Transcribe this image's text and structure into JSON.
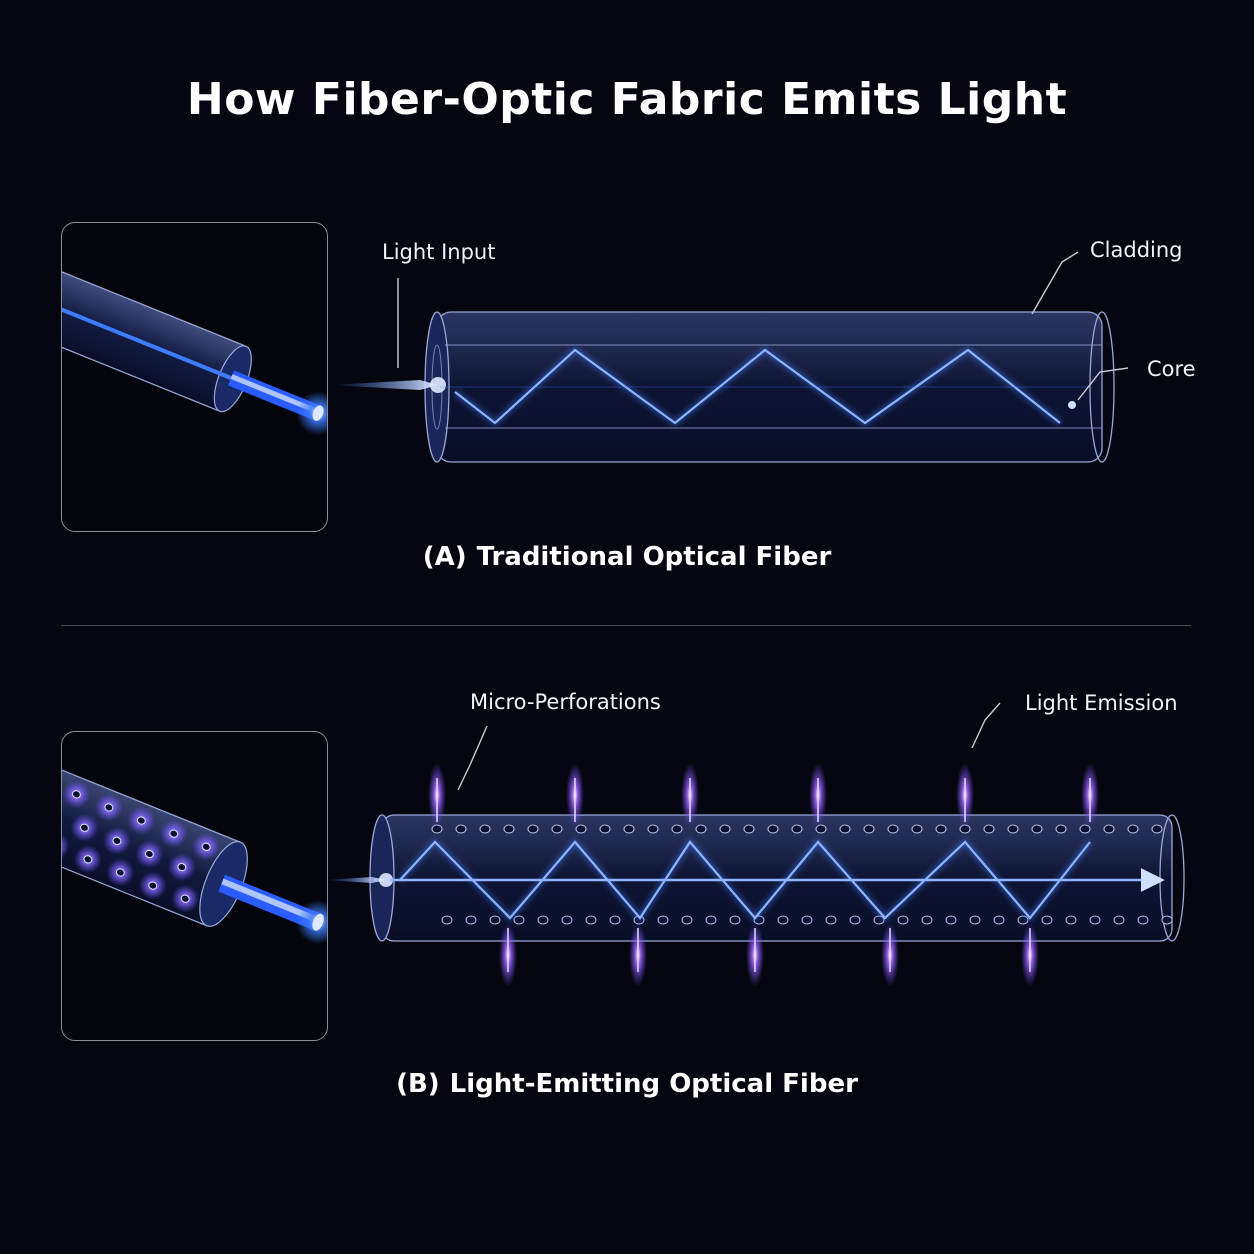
{
  "title": "How Fiber-Optic Fabric Emits Light",
  "panel_a": {
    "caption_letter": "(A)",
    "caption_text": "Traditional Optical Fiber",
    "labels": {
      "light_input": "Light Input",
      "cladding": "Cladding",
      "core": "Core"
    }
  },
  "panel_b": {
    "caption_letter": "(B)",
    "caption_text": "Light-Emitting Optical Fiber",
    "labels": {
      "micro_perforations": "Micro-Perforations",
      "light_emission": "Light Emission"
    }
  },
  "colors": {
    "background": "#05060f",
    "light_beam": "#3d7bff",
    "beam_core": "#cfe0ff",
    "emission_violet": "#a86bff",
    "fiber_edge": "#9aa8d8"
  }
}
